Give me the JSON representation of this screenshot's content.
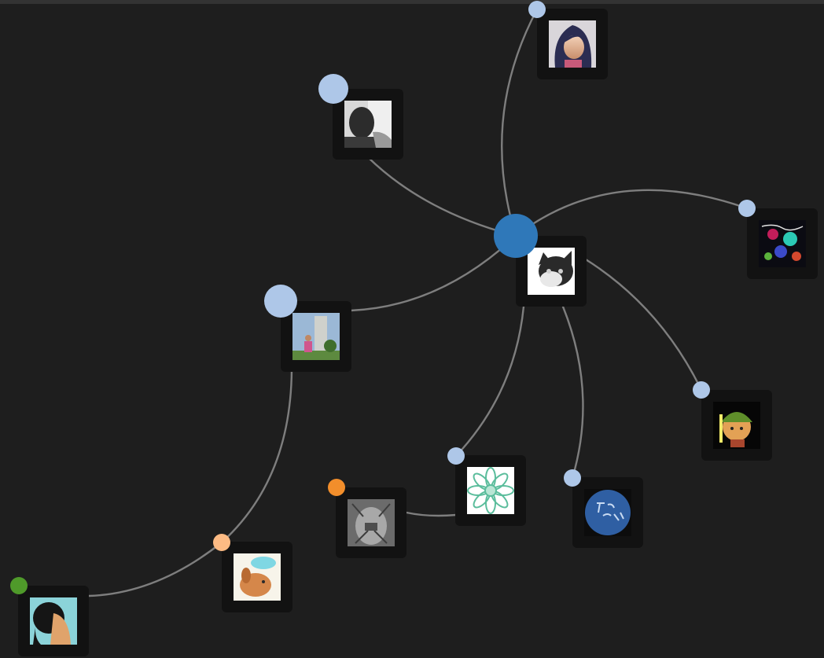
{
  "graph": {
    "colors": {
      "background": "#1e1e1e",
      "edge": "#8f8f8f",
      "tile": "#121212",
      "hub_dot": "#2f78b9",
      "node_dot": "#aec7e8",
      "orange_light": "#fdbb84",
      "orange": "#f28e2b",
      "green": "#4f9a2a"
    },
    "nodes": [
      {
        "id": "hub",
        "avatar": "cat",
        "dot_color": "#2f78b9",
        "level": 0
      },
      {
        "id": "n1",
        "avatar": "anime-girl",
        "dot_color": "#aec7e8",
        "level": 1
      },
      {
        "id": "n2",
        "avatar": "man-portrait",
        "dot_color": "#aec7e8",
        "level": 1
      },
      {
        "id": "n3",
        "avatar": "colorful-abstract",
        "dot_color": "#aec7e8",
        "level": 1
      },
      {
        "id": "n4",
        "avatar": "person-by-tower",
        "dot_color": "#aec7e8",
        "level": 1
      },
      {
        "id": "n5",
        "avatar": "green-hero",
        "dot_color": "#aec7e8",
        "level": 1
      },
      {
        "id": "n6",
        "avatar": "mandala",
        "dot_color": "#aec7e8",
        "level": 1
      },
      {
        "id": "n7",
        "avatar": "blue-button",
        "dot_color": "#aec7e8",
        "level": 1
      },
      {
        "id": "n8",
        "avatar": "grey-sketch",
        "dot_color": "#f28e2b",
        "level": 2
      },
      {
        "id": "n9",
        "avatar": "cartoon-dog",
        "dot_color": "#fdbb84",
        "level": 2
      },
      {
        "id": "n10",
        "avatar": "hair-silhouette",
        "dot_color": "#4f9a2a",
        "level": 3
      }
    ],
    "edges": [
      [
        "hub",
        "n1"
      ],
      [
        "hub",
        "n2"
      ],
      [
        "hub",
        "n3"
      ],
      [
        "hub",
        "n4"
      ],
      [
        "hub",
        "n5"
      ],
      [
        "hub",
        "n6"
      ],
      [
        "hub",
        "n7"
      ],
      [
        "n6",
        "n8"
      ],
      [
        "n4",
        "n9"
      ],
      [
        "n9",
        "n10"
      ]
    ]
  }
}
